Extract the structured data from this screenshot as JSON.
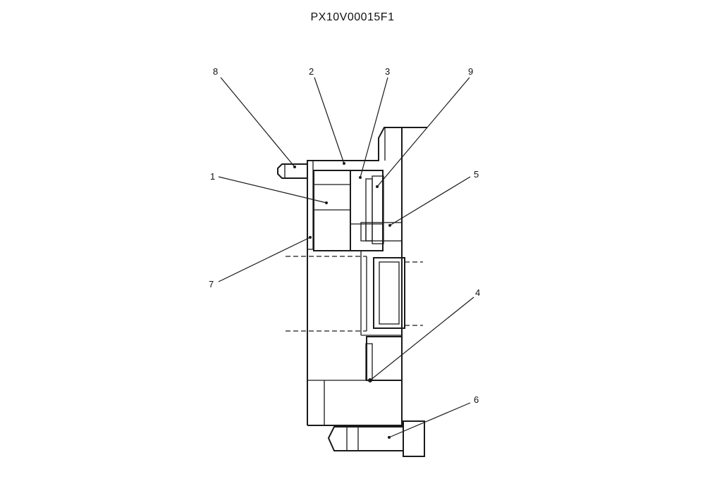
{
  "title": "PX10V00015F1",
  "callouts": [
    {
      "id": "1",
      "label": "1"
    },
    {
      "id": "2",
      "label": "2"
    },
    {
      "id": "3",
      "label": "3"
    },
    {
      "id": "4",
      "label": "4"
    },
    {
      "id": "5",
      "label": "5"
    },
    {
      "id": "6",
      "label": "6"
    },
    {
      "id": "7",
      "label": "7"
    },
    {
      "id": "8",
      "label": "8"
    },
    {
      "id": "9",
      "label": "9"
    }
  ]
}
